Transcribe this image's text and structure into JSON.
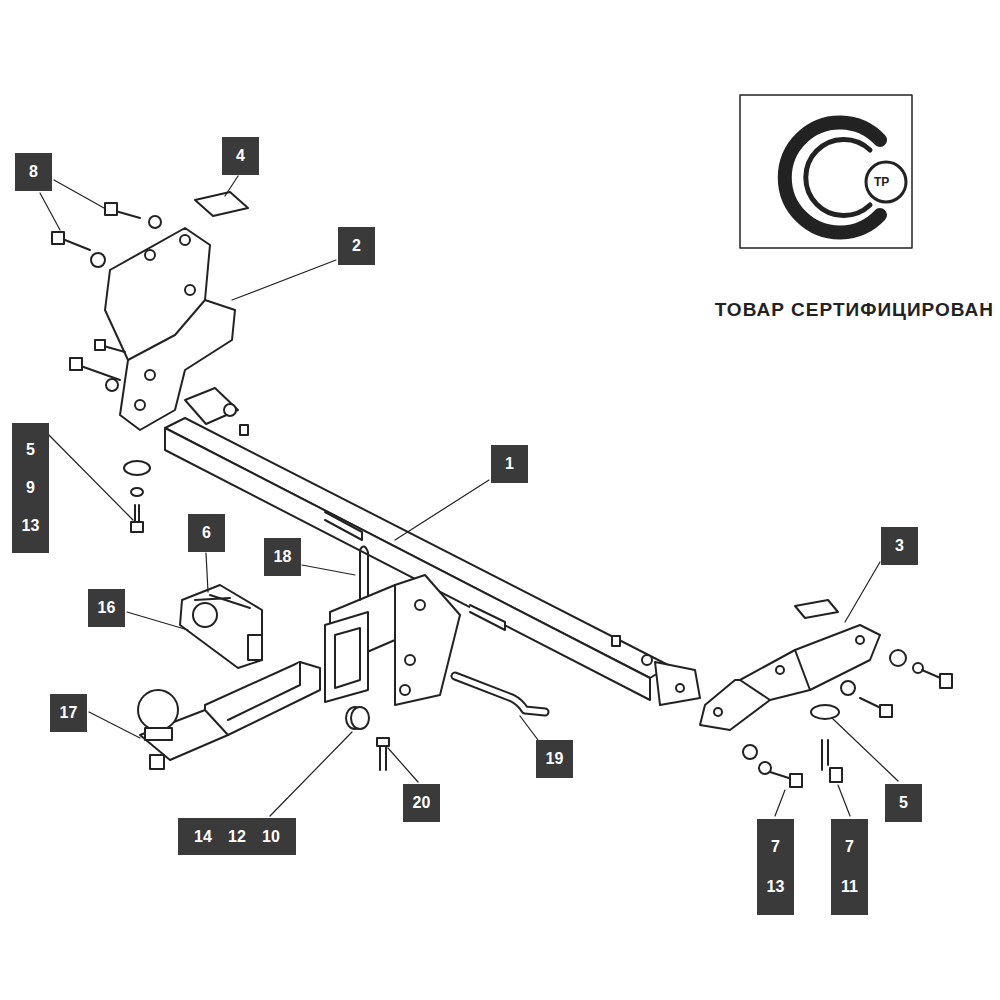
{
  "diagram": {
    "nodes": [
      {
        "text": [
          "4"
        ]
      },
      {
        "text": [
          "8"
        ]
      },
      {
        "text": [
          "2"
        ]
      },
      {
        "text": [
          "5",
          "9",
          "13"
        ]
      },
      {
        "text": [
          "1"
        ]
      },
      {
        "text": [
          "6"
        ]
      },
      {
        "text": [
          "3"
        ]
      },
      {
        "text": [
          "18"
        ]
      },
      {
        "text": [
          "16"
        ]
      },
      {
        "text": [
          "17"
        ]
      },
      {
        "text": [
          "19"
        ]
      },
      {
        "text": [
          "20"
        ]
      },
      {
        "text": [
          "5"
        ]
      },
      {
        "text": [
          "14",
          "12",
          "10"
        ]
      },
      {
        "text": [
          "7",
          "13"
        ]
      },
      {
        "text": [
          "7",
          "11"
        ]
      }
    ],
    "labels": [
      "ТОВАР СЕРТИФИЦИРОВАН",
      "ТР"
    ]
  }
}
